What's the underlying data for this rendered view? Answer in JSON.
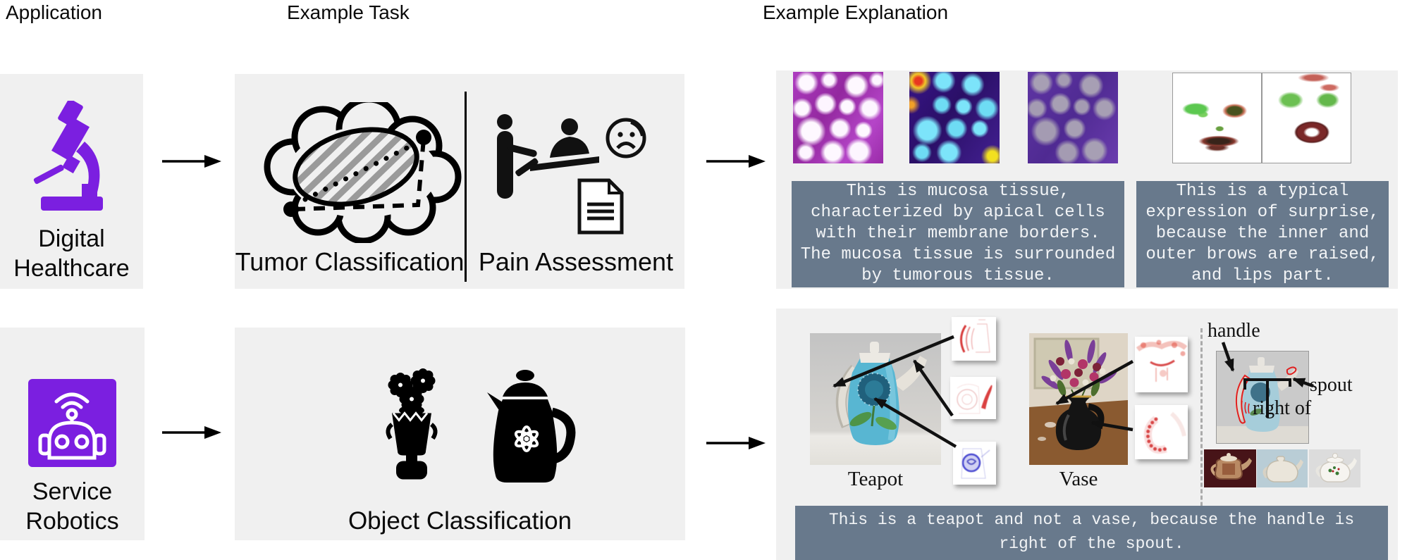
{
  "figure": {
    "headers": {
      "application": "Application",
      "example_task": "Example Task",
      "example_explanation": "Example Explanation"
    },
    "row1": {
      "application": {
        "label_lines": [
          "Digital",
          "Healthcare"
        ],
        "icon": "microscope-icon"
      },
      "task": {
        "label_left": "Tumor Classification",
        "label_right": "Pain Assessment",
        "icons": [
          "tumor-thought-cloud-icon",
          "doctor-patient-icon",
          "sad-face-icon",
          "document-icon"
        ]
      },
      "explanation": {
        "images": [
          "histology-photo",
          "histology-heatmap-overlay",
          "histology-mask-overlay",
          "face-saliency-left",
          "face-saliency-right"
        ],
        "textbox_tissue_lines": [
          "This is mucosa tissue,",
          "characterized by apical cells",
          "with their membrane borders.",
          "The mucosa tissue is surrounded",
          "by tumorous tissue."
        ],
        "textbox_face_lines": [
          "This is a typical",
          "expression of surprise,",
          "because the inner and",
          "outer brows are raised,",
          "and lips part."
        ]
      }
    },
    "row2": {
      "application": {
        "label_lines": [
          "Service",
          "Robotics"
        ],
        "icon": "robot-icon"
      },
      "task": {
        "label": "Object Classification",
        "icons": [
          "flower-vase-icon",
          "teapot-icon"
        ]
      },
      "explanation": {
        "teapot_label": "Teapot",
        "vase_label": "Vase",
        "annotation_handle": "handle",
        "annotation_spout": "spout",
        "annotation_relation": "right of",
        "textbox_lines": [
          "This is a teapot and not a vase, because the handle is",
          "right of the spout."
        ]
      }
    },
    "colors": {
      "accent_purple": "#7b1fe0",
      "panel_gray": "#f0f0f0",
      "textbox_slate": "#68798c",
      "textbox_text": "#f2f4f6",
      "arrow_black": "#000000"
    }
  }
}
